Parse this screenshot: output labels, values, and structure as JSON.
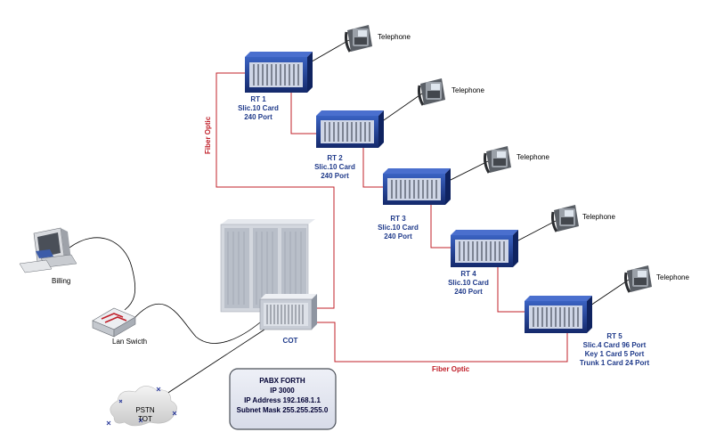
{
  "telephone_label": "Telephone",
  "fiber_label": "Fiber Optic",
  "remote_terminals": [
    {
      "name": "RT 1",
      "line2": "Slic.10 Card",
      "line3": "240 Port",
      "line4": ""
    },
    {
      "name": "RT 2",
      "line2": "Slic.10 Card",
      "line3": "240 Port",
      "line4": ""
    },
    {
      "name": "RT 3",
      "line2": "Slic.10 Card",
      "line3": "240 Port",
      "line4": ""
    },
    {
      "name": "RT 4",
      "line2": "Slic.10 Card",
      "line3": "240 Port",
      "line4": ""
    },
    {
      "name": "RT 5",
      "line2": "Slic.4 Card  96 Port",
      "line3": "Key 1 Card 5 Port",
      "line4": "Trunk 1 Card 24 Port"
    }
  ],
  "cot_label": "COT",
  "billing_label": "Billing",
  "lan_switch_label": "Lan Swicth",
  "pstn": {
    "line1": "PSTN",
    "line2": "TOT"
  },
  "pabx": {
    "title": "PABX FORTH",
    "line2": "IP 3000",
    "line3": "IP Address 192.168.1.1",
    "line4": "Subnet Mask 255.255.255.0"
  },
  "colors": {
    "fiber": "#c0202a",
    "label": "#1f3a8a",
    "rack": "#1d3f8f"
  }
}
